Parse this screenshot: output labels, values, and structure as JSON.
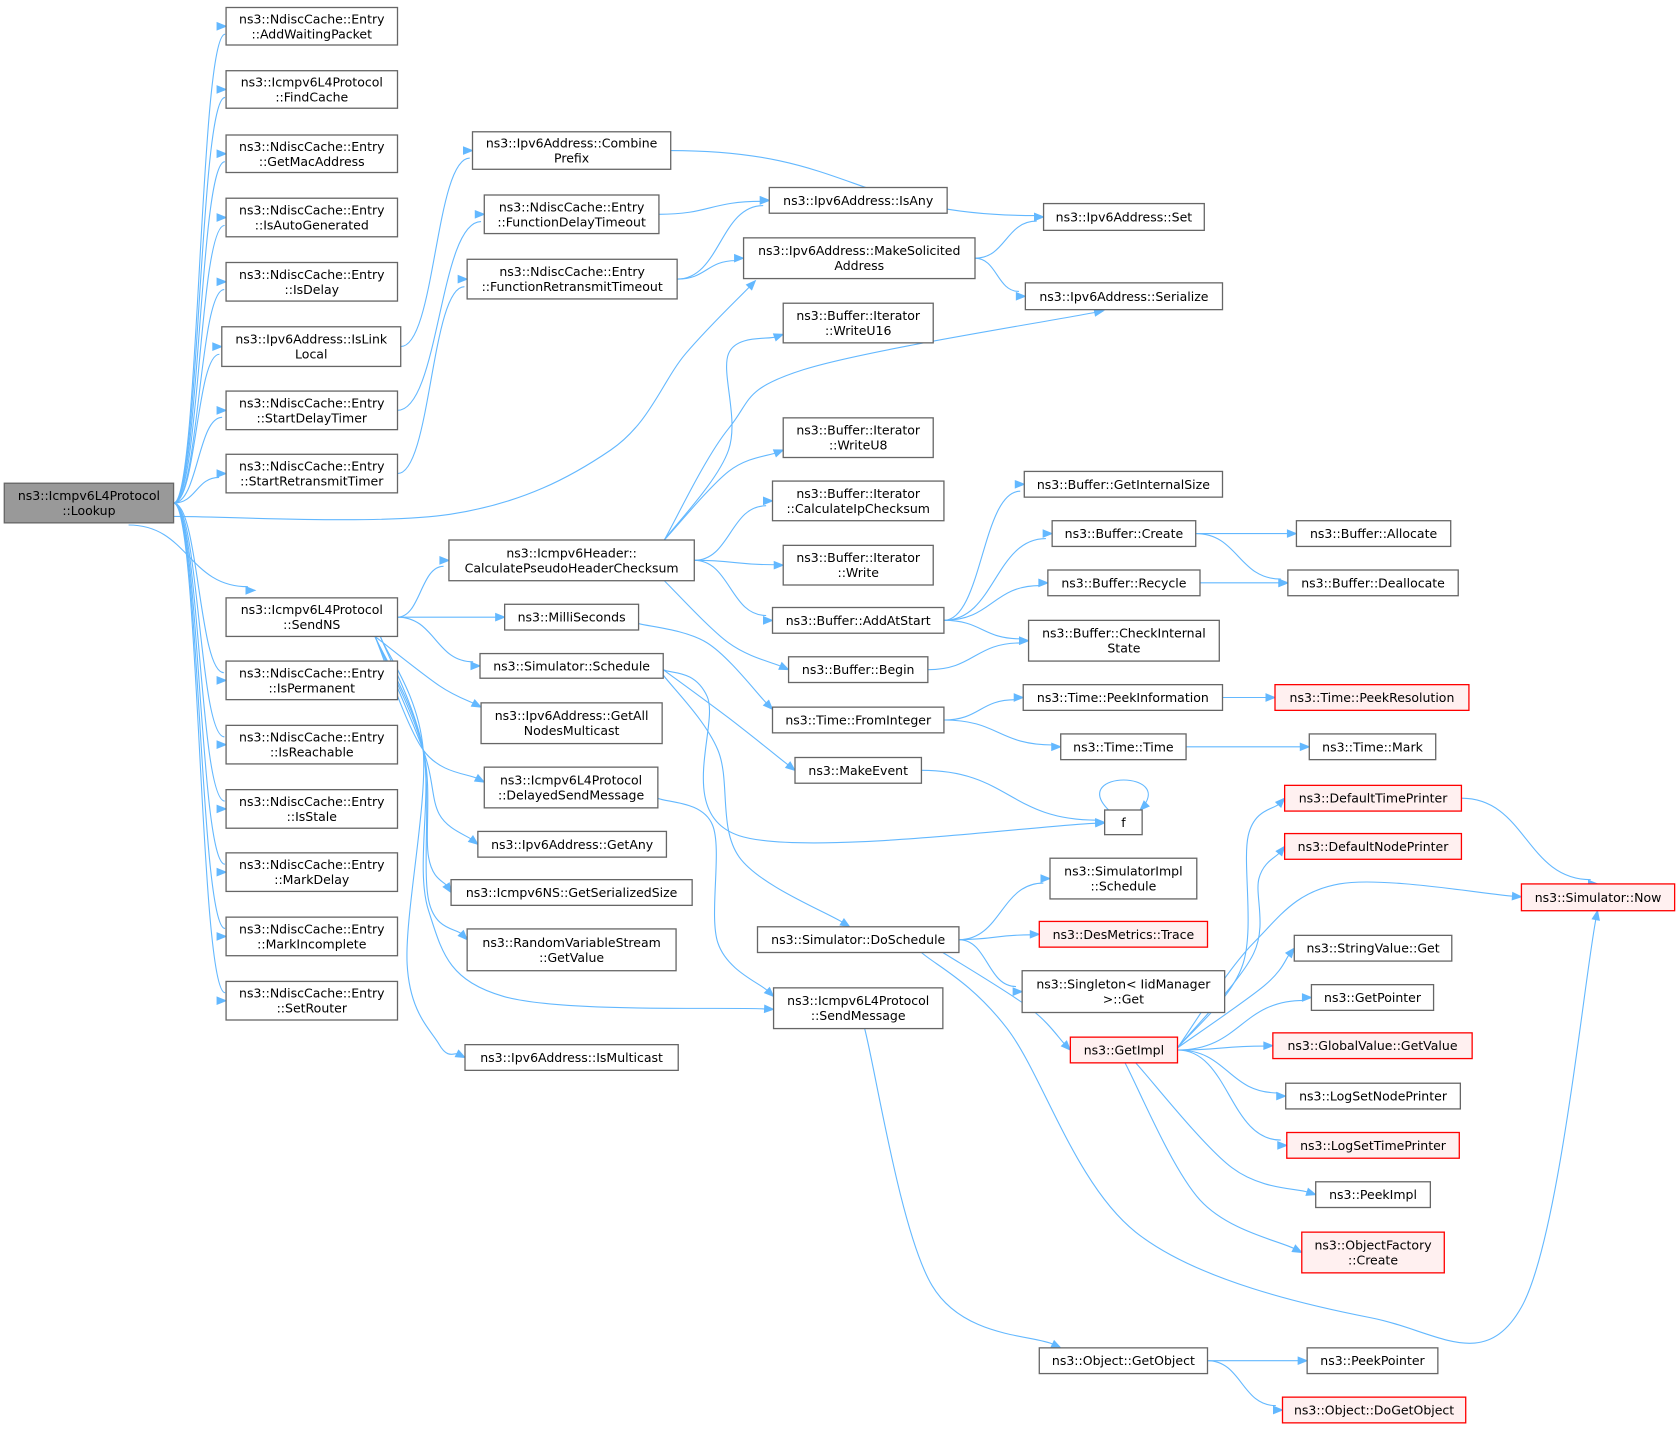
{
  "colors": {
    "node_border": "#666666",
    "node_fill": "#ffffff",
    "root_fill": "#999999",
    "root_border": "#666666",
    "truncated_fill": "#fff0f0",
    "truncated_border": "#ff0000",
    "edge": "#63b8ff"
  },
  "nodes": [
    {
      "id": "root",
      "lines": [
        "ns3::Icmpv6L4Protocol",
        "::Lookup"
      ],
      "style": "root"
    },
    {
      "id": "addwaiting",
      "lines": [
        "ns3::NdiscCache::Entry",
        "::AddWaitingPacket"
      ],
      "style": "normal"
    },
    {
      "id": "findcache",
      "lines": [
        "ns3::Icmpv6L4Protocol",
        "::FindCache"
      ],
      "style": "normal"
    },
    {
      "id": "getmac",
      "lines": [
        "ns3::NdiscCache::Entry",
        "::GetMacAddress"
      ],
      "style": "normal"
    },
    {
      "id": "isautogen",
      "lines": [
        "ns3::NdiscCache::Entry",
        "::IsAutoGenerated"
      ],
      "style": "normal"
    },
    {
      "id": "isdelay",
      "lines": [
        "ns3::NdiscCache::Entry",
        "::IsDelay"
      ],
      "style": "normal"
    },
    {
      "id": "islinklocal",
      "lines": [
        "ns3::Ipv6Address::IsLink",
        "Local"
      ],
      "style": "normal"
    },
    {
      "id": "startdelay",
      "lines": [
        "ns3::NdiscCache::Entry",
        "::StartDelayTimer"
      ],
      "style": "normal"
    },
    {
      "id": "startretx",
      "lines": [
        "ns3::NdiscCache::Entry",
        "::StartRetransmitTimer"
      ],
      "style": "normal"
    },
    {
      "id": "sendns",
      "lines": [
        "ns3::Icmpv6L4Protocol",
        "::SendNS"
      ],
      "style": "normal"
    },
    {
      "id": "isperm",
      "lines": [
        "ns3::NdiscCache::Entry",
        "::IsPermanent"
      ],
      "style": "normal"
    },
    {
      "id": "isreach",
      "lines": [
        "ns3::NdiscCache::Entry",
        "::IsReachable"
      ],
      "style": "normal"
    },
    {
      "id": "isstale",
      "lines": [
        "ns3::NdiscCache::Entry",
        "::IsStale"
      ],
      "style": "normal"
    },
    {
      "id": "markdelay",
      "lines": [
        "ns3::NdiscCache::Entry",
        "::MarkDelay"
      ],
      "style": "normal"
    },
    {
      "id": "markincomplete",
      "lines": [
        "ns3::NdiscCache::Entry",
        "::MarkIncomplete"
      ],
      "style": "normal"
    },
    {
      "id": "setrouter",
      "lines": [
        "ns3::NdiscCache::Entry",
        "::SetRouter"
      ],
      "style": "normal"
    },
    {
      "id": "combineprefix",
      "lines": [
        "ns3::Ipv6Address::Combine",
        "Prefix"
      ],
      "style": "normal"
    },
    {
      "id": "funcdelay",
      "lines": [
        "ns3::NdiscCache::Entry",
        "::FunctionDelayTimeout"
      ],
      "style": "normal"
    },
    {
      "id": "funcretx",
      "lines": [
        "ns3::NdiscCache::Entry",
        "::FunctionRetransmitTimeout"
      ],
      "style": "normal"
    },
    {
      "id": "calcpseudo",
      "lines": [
        "ns3::Icmpv6Header::",
        "CalculatePseudoHeaderChecksum"
      ],
      "style": "normal"
    },
    {
      "id": "milliseconds",
      "lines": [
        "ns3::MilliSeconds"
      ],
      "style": "normal"
    },
    {
      "id": "simschedule",
      "lines": [
        "ns3::Simulator::Schedule"
      ],
      "style": "normal"
    },
    {
      "id": "getallnodes",
      "lines": [
        "ns3::Ipv6Address::GetAll",
        "NodesMulticast"
      ],
      "style": "normal"
    },
    {
      "id": "delayedsend",
      "lines": [
        "ns3::Icmpv6L4Protocol",
        "::DelayedSendMessage"
      ],
      "style": "normal"
    },
    {
      "id": "getany",
      "lines": [
        "ns3::Ipv6Address::GetAny"
      ],
      "style": "normal"
    },
    {
      "id": "nssersize",
      "lines": [
        "ns3::Icmpv6NS::GetSerializedSize"
      ],
      "style": "normal"
    },
    {
      "id": "rvsgetvalue",
      "lines": [
        "ns3::RandomVariableStream",
        "::GetValue"
      ],
      "style": "normal"
    },
    {
      "id": "ismulticast",
      "lines": [
        "ns3::Ipv6Address::IsMulticast"
      ],
      "style": "normal"
    },
    {
      "id": "isany",
      "lines": [
        "ns3::Ipv6Address::IsAny"
      ],
      "style": "normal"
    },
    {
      "id": "makesolicited",
      "lines": [
        "ns3::Ipv6Address::MakeSolicited",
        "Address"
      ],
      "style": "normal"
    },
    {
      "id": "writeu16",
      "lines": [
        "ns3::Buffer::Iterator",
        "::WriteU16"
      ],
      "style": "normal"
    },
    {
      "id": "writeu8",
      "lines": [
        "ns3::Buffer::Iterator",
        "::WriteU8"
      ],
      "style": "normal"
    },
    {
      "id": "calcipchk",
      "lines": [
        "ns3::Buffer::Iterator",
        "::CalculateIpChecksum"
      ],
      "style": "normal"
    },
    {
      "id": "iterwrite",
      "lines": [
        "ns3::Buffer::Iterator",
        "::Write"
      ],
      "style": "normal"
    },
    {
      "id": "addatstart",
      "lines": [
        "ns3::Buffer::AddAtStart"
      ],
      "style": "normal"
    },
    {
      "id": "bufbegin",
      "lines": [
        "ns3::Buffer::Begin"
      ],
      "style": "normal"
    },
    {
      "id": "frominteger",
      "lines": [
        "ns3::Time::FromInteger"
      ],
      "style": "normal"
    },
    {
      "id": "makeevent",
      "lines": [
        "ns3::MakeEvent"
      ],
      "style": "normal"
    },
    {
      "id": "doschedule",
      "lines": [
        "ns3::Simulator::DoSchedule"
      ],
      "style": "normal"
    },
    {
      "id": "sendmessage",
      "lines": [
        "ns3::Icmpv6L4Protocol",
        "::SendMessage"
      ],
      "style": "normal"
    },
    {
      "id": "ipv6set",
      "lines": [
        "ns3::Ipv6Address::Set"
      ],
      "style": "normal"
    },
    {
      "id": "ipv6serialize",
      "lines": [
        "ns3::Ipv6Address::Serialize"
      ],
      "style": "normal"
    },
    {
      "id": "getinternalsize",
      "lines": [
        "ns3::Buffer::GetInternalSize"
      ],
      "style": "normal"
    },
    {
      "id": "bufcreate",
      "lines": [
        "ns3::Buffer::Create"
      ],
      "style": "normal"
    },
    {
      "id": "bufrecycle",
      "lines": [
        "ns3::Buffer::Recycle"
      ],
      "style": "normal"
    },
    {
      "id": "checkinternal",
      "lines": [
        "ns3::Buffer::CheckInternal",
        "State"
      ],
      "style": "normal"
    },
    {
      "id": "peekinfo",
      "lines": [
        "ns3::Time::PeekInformation"
      ],
      "style": "normal"
    },
    {
      "id": "timetime",
      "lines": [
        "ns3::Time::Time"
      ],
      "style": "normal"
    },
    {
      "id": "f",
      "lines": [
        "f"
      ],
      "style": "normal"
    },
    {
      "id": "simimplschedule",
      "lines": [
        "ns3::SimulatorImpl",
        "::Schedule"
      ],
      "style": "normal"
    },
    {
      "id": "desmetrics",
      "lines": [
        "ns3::DesMetrics::Trace"
      ],
      "style": "truncated"
    },
    {
      "id": "singletonget",
      "lines": [
        "ns3::Singleton< IidManager",
        ">::Get"
      ],
      "style": "normal"
    },
    {
      "id": "getimpl",
      "lines": [
        "ns3::GetImpl"
      ],
      "style": "truncated"
    },
    {
      "id": "getobject",
      "lines": [
        "ns3::Object::GetObject"
      ],
      "style": "normal"
    },
    {
      "id": "bufallocate",
      "lines": [
        "ns3::Buffer::Allocate"
      ],
      "style": "normal"
    },
    {
      "id": "bufdeallocate",
      "lines": [
        "ns3::Buffer::Deallocate"
      ],
      "style": "normal"
    },
    {
      "id": "peekresolution",
      "lines": [
        "ns3::Time::PeekResolution"
      ],
      "style": "truncated"
    },
    {
      "id": "timemark",
      "lines": [
        "ns3::Time::Mark"
      ],
      "style": "normal"
    },
    {
      "id": "deftimeprinter",
      "lines": [
        "ns3::DefaultTimePrinter"
      ],
      "style": "truncated"
    },
    {
      "id": "defnodeprinter",
      "lines": [
        "ns3::DefaultNodePrinter"
      ],
      "style": "truncated"
    },
    {
      "id": "simnow",
      "lines": [
        "ns3::Simulator::Now"
      ],
      "style": "truncated"
    },
    {
      "id": "stringvalueget",
      "lines": [
        "ns3::StringValue::Get"
      ],
      "style": "normal"
    },
    {
      "id": "getpointer",
      "lines": [
        "ns3::GetPointer"
      ],
      "style": "normal"
    },
    {
      "id": "globalvalue",
      "lines": [
        "ns3::GlobalValue::GetValue"
      ],
      "style": "truncated"
    },
    {
      "id": "logsetnode",
      "lines": [
        "ns3::LogSetNodePrinter"
      ],
      "style": "normal"
    },
    {
      "id": "logsettime",
      "lines": [
        "ns3::LogSetTimePrinter"
      ],
      "style": "truncated"
    },
    {
      "id": "peekimpl",
      "lines": [
        "ns3::PeekImpl"
      ],
      "style": "normal"
    },
    {
      "id": "objfactory",
      "lines": [
        "ns3::ObjectFactory",
        "::Create"
      ],
      "style": "truncated"
    },
    {
      "id": "peekpointer",
      "lines": [
        "ns3::PeekPointer"
      ],
      "style": "normal"
    },
    {
      "id": "dogetobject",
      "lines": [
        "ns3::Object::DoGetObject"
      ],
      "style": "truncated"
    }
  ],
  "edges": [
    [
      "root",
      "addwaiting"
    ],
    [
      "root",
      "findcache"
    ],
    [
      "root",
      "getmac"
    ],
    [
      "root",
      "isautogen"
    ],
    [
      "root",
      "isdelay"
    ],
    [
      "root",
      "islinklocal"
    ],
    [
      "root",
      "startdelay"
    ],
    [
      "root",
      "startretx"
    ],
    [
      "root",
      "makesolicited"
    ],
    [
      "root",
      "sendns"
    ],
    [
      "root",
      "isperm"
    ],
    [
      "root",
      "isreach"
    ],
    [
      "root",
      "isstale"
    ],
    [
      "root",
      "markdelay"
    ],
    [
      "root",
      "markincomplete"
    ],
    [
      "root",
      "setrouter"
    ],
    [
      "islinklocal",
      "combineprefix"
    ],
    [
      "startdelay",
      "funcdelay"
    ],
    [
      "startretx",
      "funcretx"
    ],
    [
      "combineprefix",
      "ipv6set"
    ],
    [
      "funcdelay",
      "isany"
    ],
    [
      "funcretx",
      "isany"
    ],
    [
      "funcretx",
      "makesolicited"
    ],
    [
      "makesolicited",
      "ipv6set"
    ],
    [
      "makesolicited",
      "ipv6serialize"
    ],
    [
      "sendns",
      "calcpseudo"
    ],
    [
      "sendns",
      "milliseconds"
    ],
    [
      "sendns",
      "simschedule"
    ],
    [
      "sendns",
      "getallnodes"
    ],
    [
      "sendns",
      "delayedsend"
    ],
    [
      "sendns",
      "getany"
    ],
    [
      "sendns",
      "nssersize"
    ],
    [
      "sendns",
      "rvsgetvalue"
    ],
    [
      "sendns",
      "sendmessage"
    ],
    [
      "sendns",
      "ismulticast"
    ],
    [
      "calcpseudo",
      "writeu16"
    ],
    [
      "calcpseudo",
      "ipv6serialize"
    ],
    [
      "calcpseudo",
      "writeu8"
    ],
    [
      "calcpseudo",
      "calcipchk"
    ],
    [
      "calcpseudo",
      "iterwrite"
    ],
    [
      "calcpseudo",
      "addatstart"
    ],
    [
      "calcpseudo",
      "bufbegin"
    ],
    [
      "milliseconds",
      "frominteger"
    ],
    [
      "simschedule",
      "makeevent"
    ],
    [
      "simschedule",
      "f"
    ],
    [
      "simschedule",
      "doschedule"
    ],
    [
      "delayedsend",
      "sendmessage"
    ],
    [
      "addatstart",
      "getinternalsize"
    ],
    [
      "addatstart",
      "bufcreate"
    ],
    [
      "addatstart",
      "bufrecycle"
    ],
    [
      "addatstart",
      "checkinternal"
    ],
    [
      "bufbegin",
      "checkinternal"
    ],
    [
      "bufcreate",
      "bufallocate"
    ],
    [
      "bufcreate",
      "bufdeallocate"
    ],
    [
      "bufrecycle",
      "bufdeallocate"
    ],
    [
      "frominteger",
      "peekinfo"
    ],
    [
      "frominteger",
      "timetime"
    ],
    [
      "peekinfo",
      "peekresolution"
    ],
    [
      "timetime",
      "timemark"
    ],
    [
      "makeevent",
      "f"
    ],
    [
      "f",
      "f"
    ],
    [
      "doschedule",
      "simimplschedule"
    ],
    [
      "doschedule",
      "desmetrics"
    ],
    [
      "doschedule",
      "singletonget"
    ],
    [
      "doschedule",
      "getimpl"
    ],
    [
      "doschedule",
      "simnow"
    ],
    [
      "sendmessage",
      "getobject"
    ],
    [
      "getimpl",
      "deftimeprinter"
    ],
    [
      "getimpl",
      "defnodeprinter"
    ],
    [
      "getimpl",
      "simnow"
    ],
    [
      "getimpl",
      "stringvalueget"
    ],
    [
      "getimpl",
      "getpointer"
    ],
    [
      "getimpl",
      "globalvalue"
    ],
    [
      "getimpl",
      "logsetnode"
    ],
    [
      "getimpl",
      "logsettime"
    ],
    [
      "getimpl",
      "peekimpl"
    ],
    [
      "getimpl",
      "objfactory"
    ],
    [
      "deftimeprinter",
      "simnow"
    ],
    [
      "getobject",
      "peekpointer"
    ],
    [
      "getobject",
      "dogetobject"
    ]
  ]
}
